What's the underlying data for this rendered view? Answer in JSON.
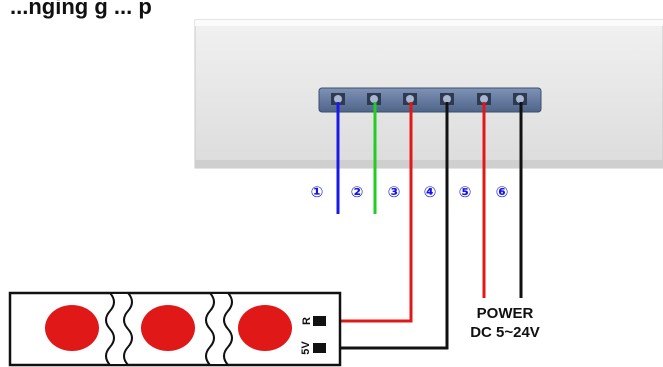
{
  "title": "...nging g ... p",
  "terminals": [
    {
      "number": "①",
      "wire_color": "#1a1ae6"
    },
    {
      "number": "②",
      "wire_color": "#22cc22"
    },
    {
      "number": "③",
      "wire_color": "#e01818"
    },
    {
      "number": "④",
      "wire_color": "#111111"
    },
    {
      "number": "⑤",
      "wire_color": "#e01818"
    },
    {
      "number": "⑥",
      "wire_color": "#111111"
    }
  ],
  "power": {
    "line1": "POWER",
    "line2": "DC 5~24V"
  },
  "strip": {
    "pin_top": "R",
    "pin_bottom": "5V",
    "led_color": "#e01818"
  }
}
